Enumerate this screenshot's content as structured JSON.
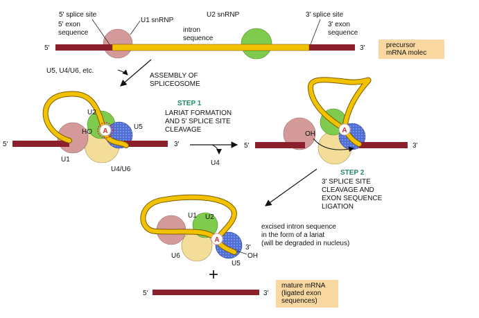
{
  "labels": {
    "five_splice_site": "5' splice site",
    "five_exon": [
      "5' exon",
      "sequence"
    ],
    "u1_snrnp": "U1 snRNP",
    "u2_snrnp": "U2 snRNP",
    "intron": [
      "intron",
      "sequence"
    ],
    "three_splice_site": "3' splice site",
    "three_exon": [
      "3' exon",
      "sequence"
    ],
    "precursor": [
      "precursor",
      "mRNA molec"
    ],
    "five_prime": "5'",
    "three_prime": "3'",
    "u5_u4": "U5, U4/U6, etc.",
    "assembly": [
      "ASSEMBLY OF",
      "SPLICEOSOME"
    ],
    "step1_title": "STEP 1",
    "step1_desc": [
      "LARIAT FORMATION",
      "AND 5' SPLICE SITE",
      "CLEAVAGE"
    ],
    "u4": "U4",
    "step2_title": "STEP 2",
    "step2_desc": [
      "3' SPLICE SITE",
      "CLEAVAGE AND",
      "EXON SEQUENCE",
      "LIGATION"
    ],
    "excised": [
      "excised intron sequence",
      "in the form of a lariat",
      "(will be degraded in nucleus)"
    ],
    "plus": "+",
    "mature": [
      "mature mRNA",
      "(ligated exon",
      "sequences)"
    ],
    "a": "A",
    "ho": "HO",
    "oh": "OH",
    "u1": "U1",
    "u2": "U2",
    "u5": "U5",
    "u4u6": "U4/U6",
    "u6": "U6"
  },
  "colors": {
    "exon": "#8b1f2c",
    "intron": "#f2c200",
    "intron_outline": "#7a5a00",
    "u1": "#d49a9a",
    "u2": "#7ecb4e",
    "u5": "#4f6fd6",
    "u4u6": "#f3dd98",
    "box": "#f8d7a0",
    "step_label": "#1f8a62"
  }
}
